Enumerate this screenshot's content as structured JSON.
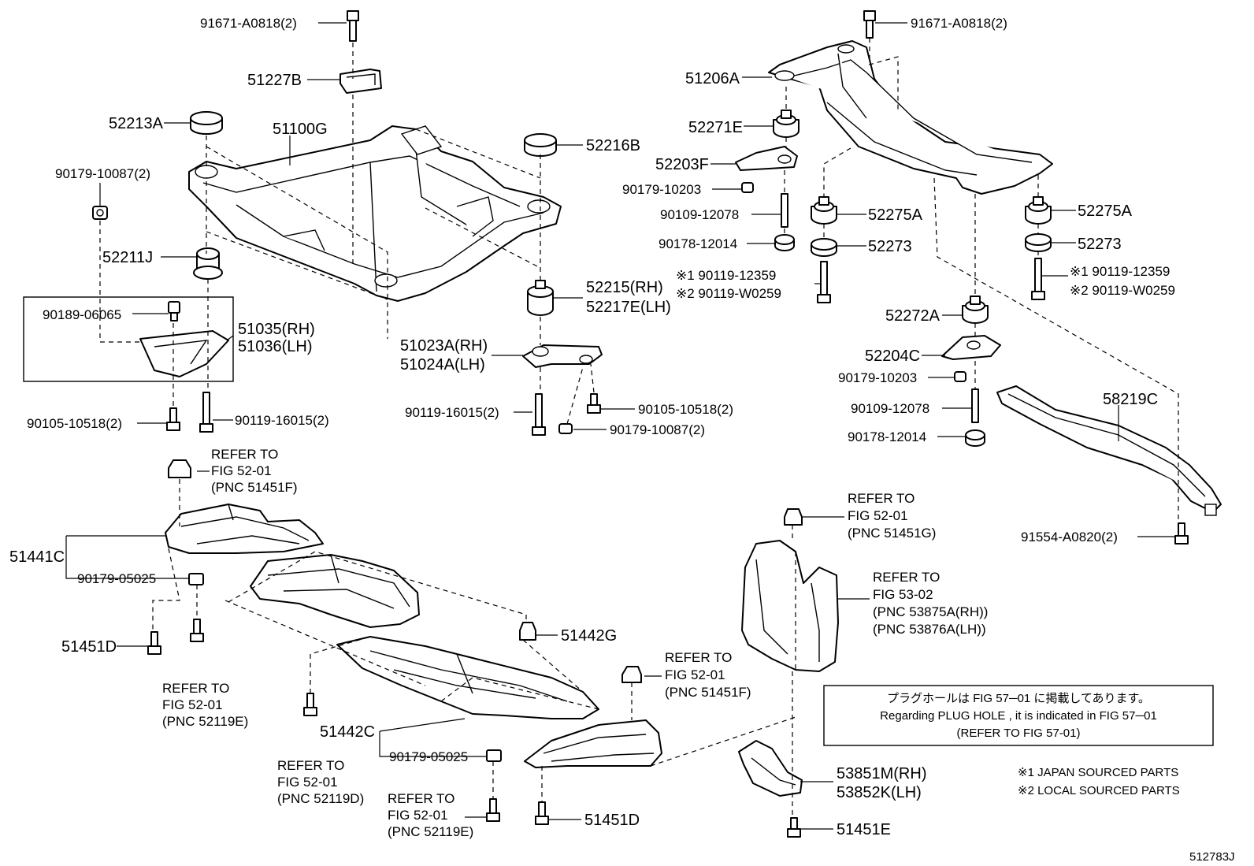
{
  "labels": {
    "l01": "91671-A0818(2)",
    "l02": "51227B",
    "l03": "52213A",
    "l04": "51100G",
    "l05": "90179-10087(2)",
    "l06": "52211J",
    "l07": "90189-06065",
    "l08": "51035(RH)",
    "l09": "51036(LH)",
    "l10": "90105-10518(2)",
    "l11": "90119-16015(2)",
    "l12": "52216B",
    "l13": "52215(RH)",
    "l14": "52217E(LH)",
    "l15": "51023A(RH)",
    "l16": "51024A(LH)",
    "l17": "90119-16015(2)",
    "l18": "90105-10518(2)",
    "l19": "90179-10087(2)",
    "l20": "91671-A0818(2)",
    "l21": "51206A",
    "l22": "52271E",
    "l23": "52203F",
    "l24": "90179-10203",
    "l25": "90109-12078",
    "l26": "90178-12014",
    "l27": "※1 90119-12359",
    "l28": "※2 90119-W0259",
    "l29": "52275A",
    "l30": "52273",
    "l31": "52275A",
    "l32": "52273",
    "l33": "※1 90119-12359",
    "l34": "※2 90119-W0259",
    "l35": "52272A",
    "l36": "52204C",
    "l37": "90179-10203",
    "l38": "90109-12078",
    "l39": "90178-12014",
    "l40": "58219C",
    "l41": "91554-A0820(2)",
    "l42": "51441C",
    "l43": "90179-05025",
    "l44": "51451D",
    "l45": "51442G",
    "l46": "51442C",
    "l47": "90179-05025",
    "l48": "51451D",
    "l49": "53851M(RH)",
    "l50": "53852K(LH)",
    "l51": "51451E"
  },
  "refs": {
    "r1": [
      "REFER TO",
      "FIG 52-01",
      "(PNC 51451F)"
    ],
    "r2": [
      "REFER TO",
      "FIG 52-01",
      "(PNC 52119E)"
    ],
    "r3": [
      "REFER TO",
      "FIG 52-01",
      "(PNC 52119D)"
    ],
    "r4": [
      "REFER TO",
      "FIG 52-01",
      "(PNC 52119E)"
    ],
    "r5": [
      "REFER TO",
      "FIG 52-01",
      "(PNC 51451F)"
    ],
    "r6": [
      "REFER TO",
      "FIG 52-01",
      "(PNC 51451G)"
    ],
    "r7": [
      "REFER TO",
      "FIG 53-02",
      "(PNC 53875A(RH))",
      "(PNC 53876A(LH))"
    ]
  },
  "notice": {
    "line1": "プラグホールは FIG 57─01 に掲載してあります。",
    "line2": "Regarding  PLUG  HOLE , it is indicated in FIG  57─01",
    "line3": "(REFER TO FIG 57-01)"
  },
  "footnotes": {
    "n1": "※1 JAPAN SOURCED PARTS",
    "n2": "※2 LOCAL SOURCED PARTS"
  },
  "figure_id": "512783J"
}
